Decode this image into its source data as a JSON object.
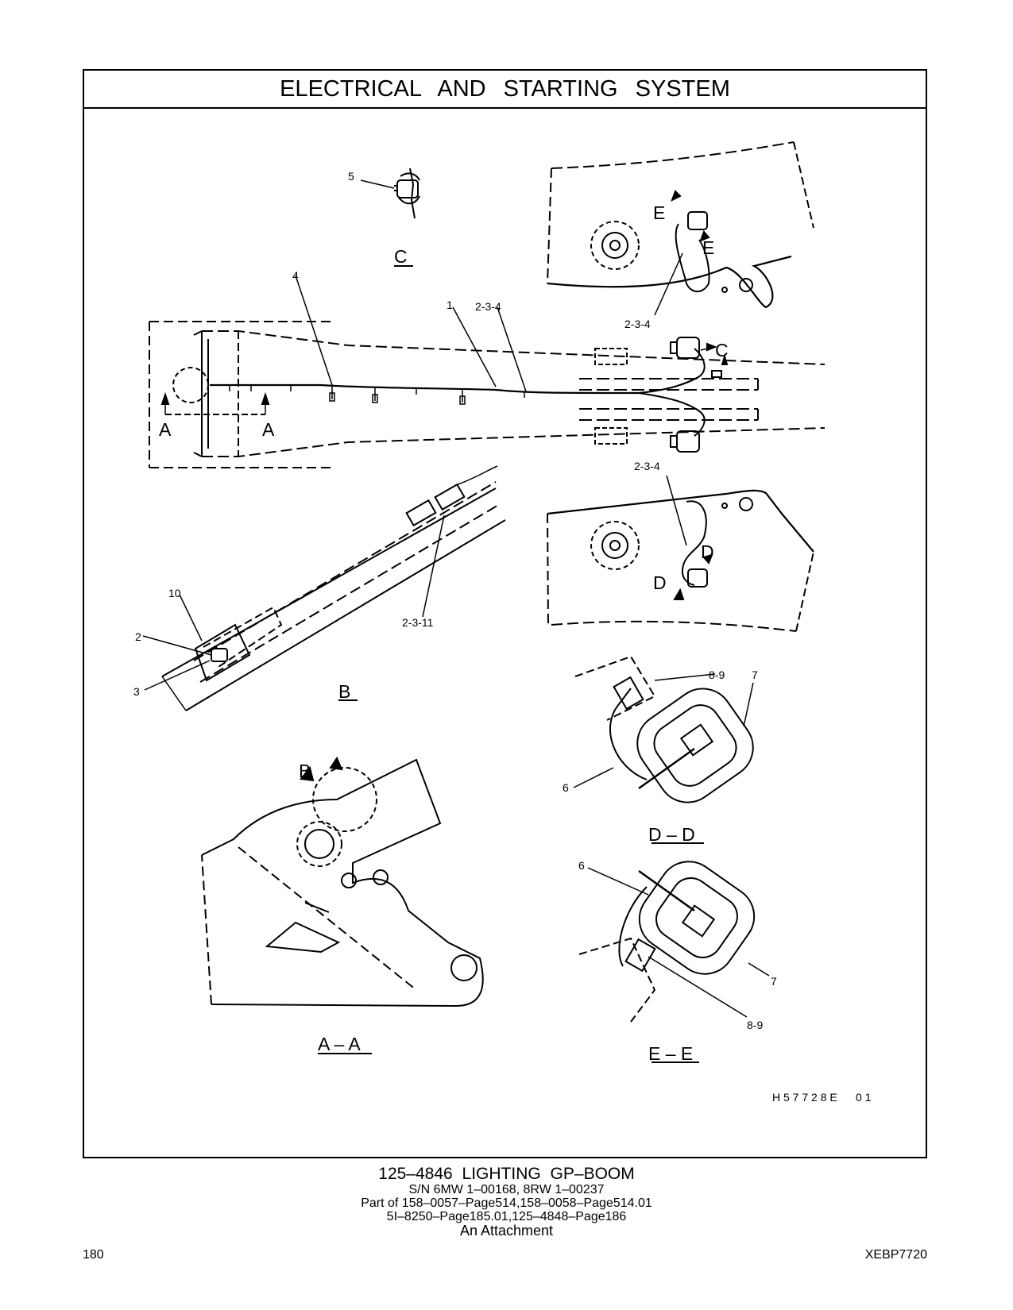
{
  "header": {
    "title": "ELECTRICAL   AND   STARTING   SYSTEM"
  },
  "views": {
    "c": "C",
    "b": "B",
    "aa": "A – A",
    "dd": "D – D",
    "ee": "E – E",
    "a": "A",
    "d": "D",
    "e": "E"
  },
  "callouts": {
    "c1": "1",
    "c2": "2",
    "c3": "3",
    "c4": "4",
    "c5": "5",
    "c6": "6",
    "c7": "7",
    "c10": "10",
    "c234": "2-3-4",
    "c2311": "2-3-11",
    "c89": "8-9"
  },
  "illustration_id": "H 5 7 7 2 8 E      0 1",
  "footer": {
    "title": "125–4846  LIGHTING  GP–BOOM",
    "serials": "S/N 6MW 1–00168, 8RW 1–00237",
    "part_of_1": "Part of 158–0057–Page514,158–0058–Page514.01",
    "part_of_2": "5I–8250–Page185.01,125–4848–Page186",
    "attachment": "An Attachment",
    "page_number": "180",
    "doc_id": "XEBP7720"
  }
}
